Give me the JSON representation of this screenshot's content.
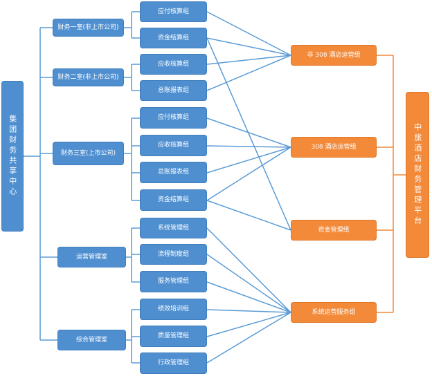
{
  "root": {
    "label": "集团财务共享中心"
  },
  "platform": {
    "label": "中旅酒店财务管理平台"
  },
  "departments": [
    {
      "label": "财务一室(非上市公司)"
    },
    {
      "label": "财务二室(非上市公司)"
    },
    {
      "label": "财务三室(上市公司)"
    },
    {
      "label": "运营管理室"
    },
    {
      "label": "综合管理室"
    }
  ],
  "teams": [
    {
      "label": "应付核算组"
    },
    {
      "label": "资金结算组"
    },
    {
      "label": "应收核算组"
    },
    {
      "label": "总账报表组"
    },
    {
      "label": "应付核算组"
    },
    {
      "label": "应收核算组"
    },
    {
      "label": "总账报表组"
    },
    {
      "label": "资金结算组"
    },
    {
      "label": "系统管理组"
    },
    {
      "label": "流程制度组"
    },
    {
      "label": "服务管理组"
    },
    {
      "label": "绩效培训组"
    },
    {
      "label": "质量管理组"
    },
    {
      "label": "行政管理组"
    }
  ],
  "groups": [
    {
      "label": "非 308 酒店运营组"
    },
    {
      "label": "308 酒店运营组"
    },
    {
      "label": "资金管理组"
    },
    {
      "label": "系统运营服务组"
    }
  ],
  "colors": {
    "blue": "#4f8fd0",
    "orange": "#f28a3a",
    "line_blue": "#5a9bd5",
    "line_orange": "#f28a3a"
  }
}
